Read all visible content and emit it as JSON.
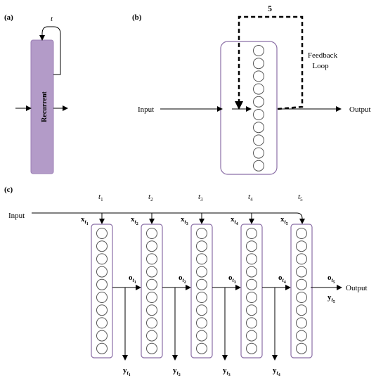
{
  "panels": {
    "a": {
      "label": "(a)",
      "time_symbol": "t",
      "block_label": "Recurrent",
      "block_fill": "#b39bc8",
      "block_stroke": "#9b7fb5"
    },
    "b": {
      "label": "(b)",
      "input_label": "Input",
      "output_label": "Output",
      "loop_count": "5",
      "loop_label_line1": "Feedback",
      "loop_label_line2": "Loop",
      "neuron_count": 10,
      "box_stroke": "#8b6fa6"
    },
    "c": {
      "label": "(c)",
      "input_label": "Input",
      "output_label": "Output",
      "neurons_per_block": 10,
      "steps": [
        {
          "t": "t",
          "sub": "1",
          "x": "x",
          "o": "o",
          "y": "y"
        },
        {
          "t": "t",
          "sub": "2",
          "x": "x",
          "o": "o",
          "y": "y"
        },
        {
          "t": "t",
          "sub": "3",
          "x": "x",
          "o": "o",
          "y": "y"
        },
        {
          "t": "t",
          "sub": "4",
          "x": "x",
          "o": "o",
          "y": "y"
        },
        {
          "t": "t",
          "sub": "5",
          "x": "x",
          "o": "o",
          "y": "y"
        }
      ],
      "box_stroke": "#8b6fa6"
    }
  }
}
